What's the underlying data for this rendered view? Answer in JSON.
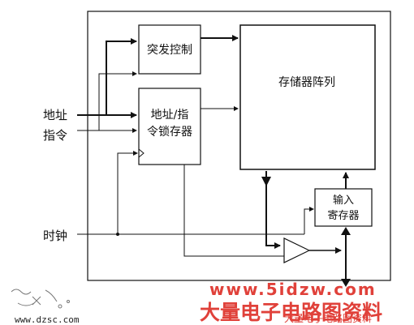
{
  "blocks": {
    "burst_control": "突发控制",
    "addr_cmd_latch_line1": "地址/指",
    "addr_cmd_latch_line2": "令锁存器",
    "memory_array": "存储器阵列",
    "input_register_line1": "输入",
    "input_register_line2": "寄存器"
  },
  "signals": {
    "address": "地址",
    "command": "指令",
    "clock": "时钟"
  },
  "watermark": {
    "site": "www.5idzw.com",
    "big_text": "大量电子电路图资料",
    "small_text": "大量电子电路图资料",
    "dzsc": "www.dzsc.com"
  },
  "colors": {
    "line": "#111111",
    "watermark": "#e0413a"
  }
}
